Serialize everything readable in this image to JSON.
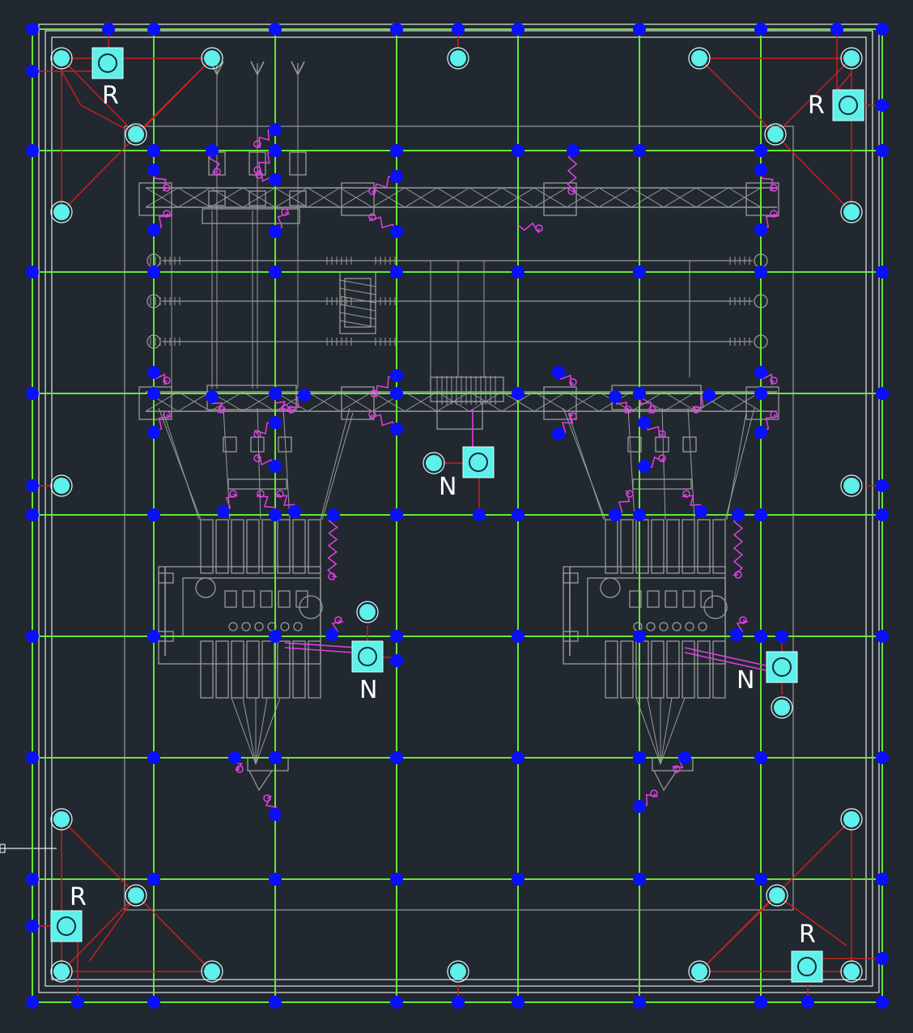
{
  "canvas": {
    "background": "#212830"
  },
  "colors": {
    "grid": "#66e63a",
    "node": "#0a10ff",
    "rod_fill": "#5ef0ea",
    "rod_ring": "#d8ffff",
    "red": "#c8201e",
    "magenta": "#e040e0",
    "equipment": "#9a9a9a",
    "border": "#e6e6e6"
  },
  "labels": {
    "r_top_left": "R",
    "r_top_right": "R",
    "r_bottom_left": "R",
    "r_bottom_right": "R",
    "n_center": "N",
    "n_left": "N",
    "n_right": "N"
  },
  "icons": {
    "grid_node": "filled-blue-circle",
    "ground_rod": "cyan-ring-circle",
    "test_box": "cyan-square-with-ring"
  }
}
